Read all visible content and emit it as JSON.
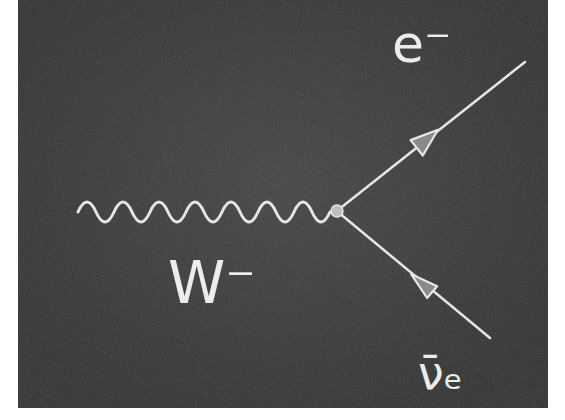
{
  "diagram": {
    "labels": [
      "e⁻",
      "W⁻",
      "ν̄ₑ"
    ]
  }
}
